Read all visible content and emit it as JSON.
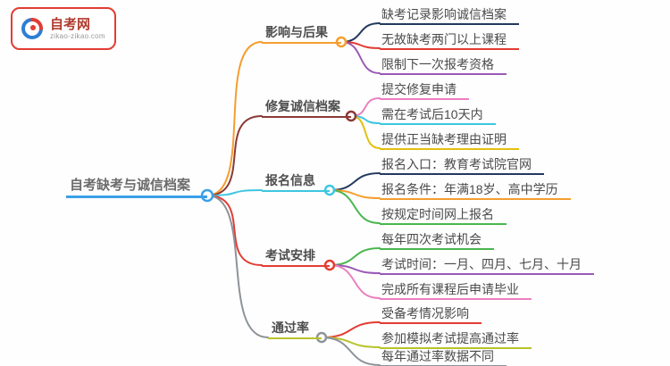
{
  "site": {
    "name": "自考网",
    "domain": "zikao-zikao.com"
  },
  "mindmap": {
    "root": {
      "label": "自考缺考与诚信档案",
      "color": "#3aa0e8"
    },
    "branches": [
      {
        "label": "影响与后果",
        "color": "#f59e2f",
        "line_color": "#f59e2f",
        "children": [
          {
            "label": "缺考记录影响诚信档案",
            "color": "#23395d"
          },
          {
            "label": "无故缺考两门以上课程",
            "color": "#e23c33"
          },
          {
            "label": "限制下一次报考资格",
            "color": "#9b59b6"
          }
        ]
      },
      {
        "label": "修复诚信档案",
        "color": "#8a3a36",
        "line_color": "#8a3a36",
        "children": [
          {
            "label": "提交修复申请",
            "color": "#ec7fc0"
          },
          {
            "label": "需在考试后10天内",
            "color": "#3ec6e0"
          },
          {
            "label": "提供正当缺考理由证明",
            "color": "#e3c00f"
          }
        ]
      },
      {
        "label": "报名信息",
        "color": "#3ec6e0",
        "line_color": "#3ec6e0",
        "children": [
          {
            "label": "报名入口：教育考试院官网",
            "color": "#23395d"
          },
          {
            "label": "报名条件：年满18岁、高中学历",
            "color": "#f59e2f"
          },
          {
            "label": "按规定时间网上报名",
            "color": "#49b64e"
          }
        ]
      },
      {
        "label": "考试安排",
        "color": "#e23c33",
        "line_color": "#e23c33",
        "children": [
          {
            "label": "每年四次考试机会",
            "color": "#49b64e"
          },
          {
            "label": "考试时间：一月、四月、七月、十月",
            "color": "#9b59b6"
          },
          {
            "label": "完成所有课程后申请毕业",
            "color": "#ec7fc0"
          }
        ]
      },
      {
        "label": "通过率",
        "color": "#b7c32a",
        "line_color": "#8d9398",
        "children": [
          {
            "label": "受备考情况影响",
            "color": "#e23c33"
          },
          {
            "label": "参加模拟考试提高通过率",
            "color": "#b7c32a"
          },
          {
            "label": "每年通过率数据不同",
            "color": "#8d9398"
          }
        ]
      }
    ]
  }
}
